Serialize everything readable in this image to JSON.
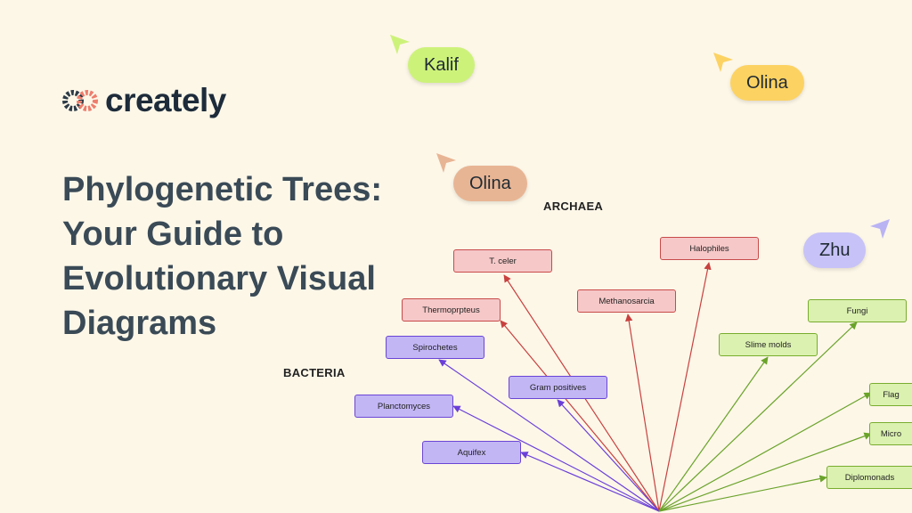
{
  "brand": {
    "name": "creately"
  },
  "headline": [
    "Phylogenetic Trees:",
    "Your Guide to",
    "Evolutionary Visual",
    "Diagrams"
  ],
  "collaborators": [
    {
      "name": "Kalif",
      "color": "#cdf27a",
      "pointer": "#cdf27a"
    },
    {
      "name": "Olina",
      "color": "#fcd262",
      "pointer": "#fcd262"
    },
    {
      "name": "Olina",
      "color": "#e8b594",
      "pointer": "#e8b594"
    },
    {
      "name": "Zhu",
      "color": "#c7c2f7",
      "pointer": "#b9b3f4"
    }
  ],
  "diagram": {
    "group_labels": {
      "archaea": "ARCHAEA",
      "bacteria": "BACTERIA"
    },
    "colors": {
      "archaea_edge": "#c8413f",
      "bacteria_edge": "#6a3fd8",
      "eukarya_edge": "#6aa32a"
    },
    "nodes": {
      "t_celer": "T. celer",
      "halophiles": "Halophiles",
      "thermoproteus": "Thermoprpteus",
      "methanosarcia": "Methanosarcia",
      "spirochetes": "Spirochetes",
      "gram_positives": "Gram positives",
      "planctomyces": "Planctomyces",
      "aquifex": "Aquifex",
      "fungi": "Fungi",
      "slime_molds": "Slime molds",
      "flagellates": "Flag",
      "microsporidia": "Micro",
      "diplomonads": "Diplomonads"
    }
  }
}
